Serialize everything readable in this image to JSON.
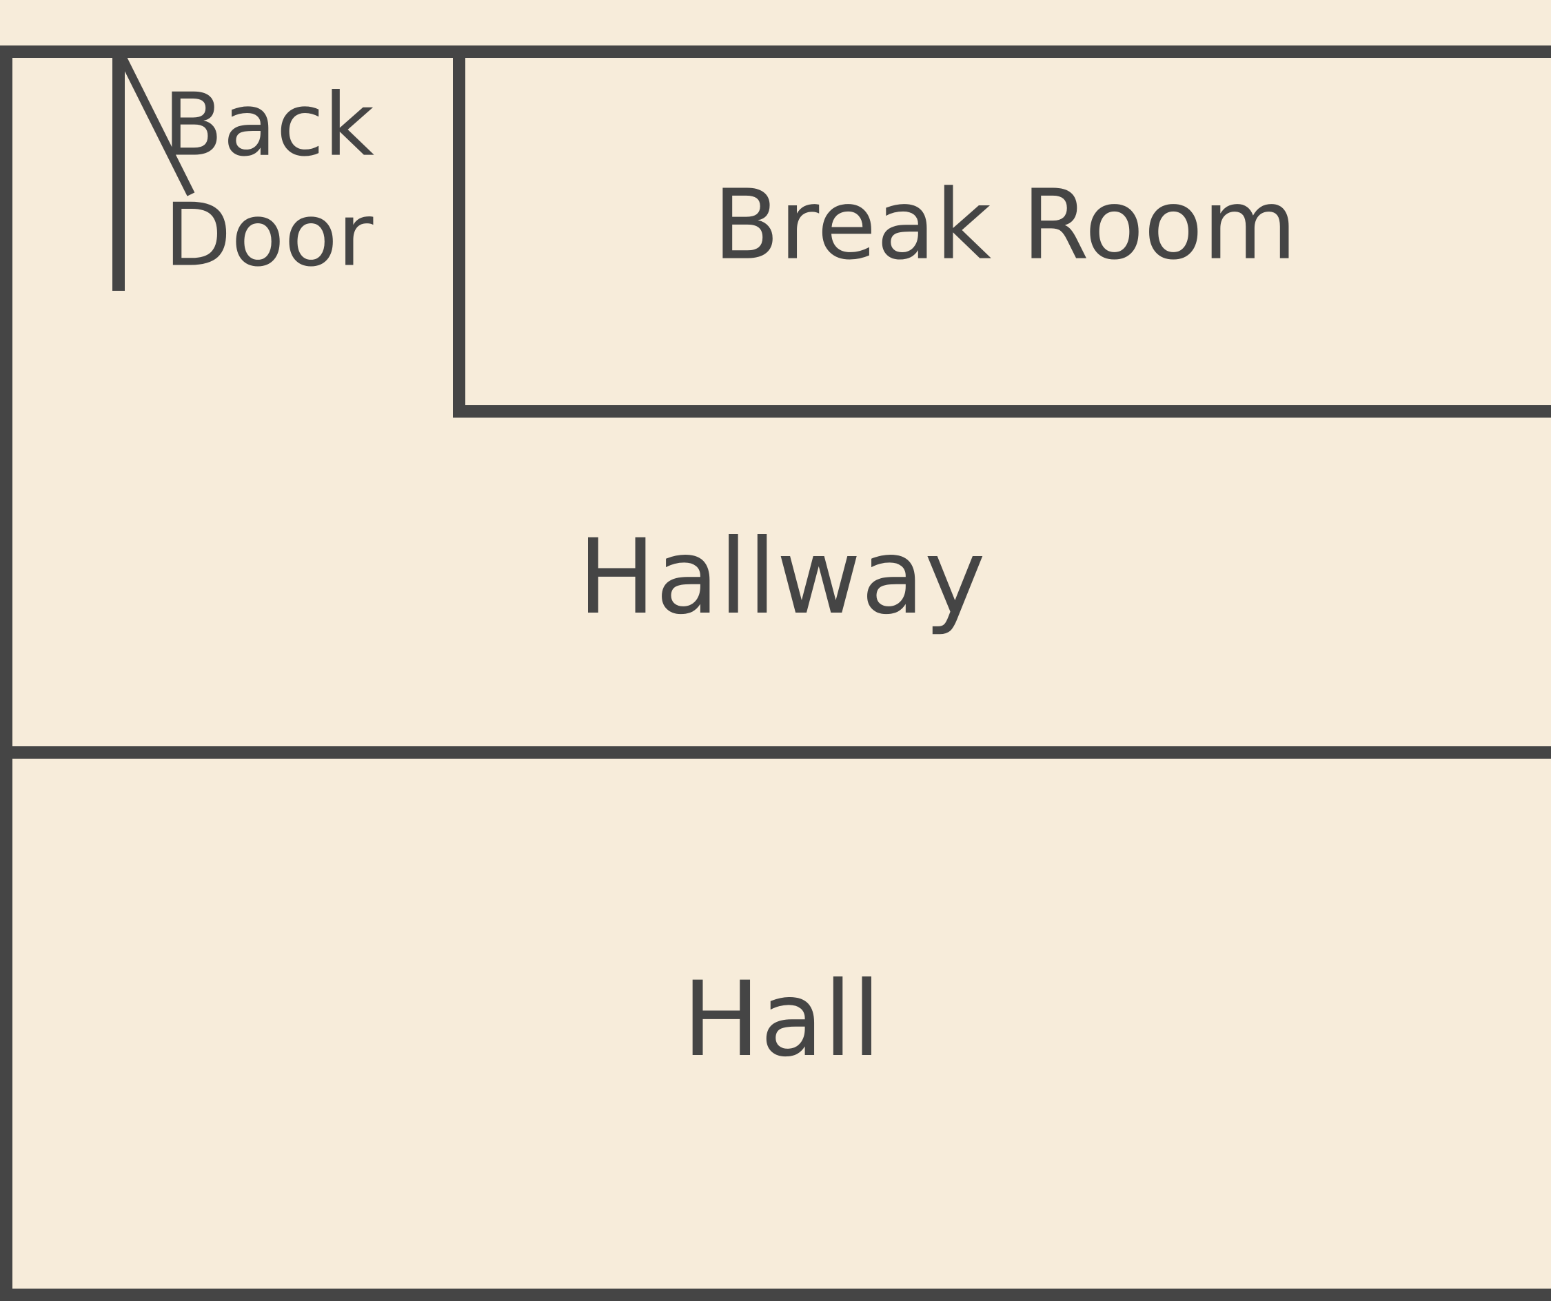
{
  "floor_plan": {
    "colors": {
      "background": "#f7ecda",
      "wall": "#454545",
      "text": "#454545"
    },
    "rooms": {
      "back_door": {
        "line1": "Back",
        "line2": "Door"
      },
      "break_room": {
        "label": "Break Room"
      },
      "hallway": {
        "label": "Hallway"
      },
      "hall": {
        "label": "Hall"
      }
    },
    "icons": {
      "door": "door-swing-icon"
    }
  }
}
